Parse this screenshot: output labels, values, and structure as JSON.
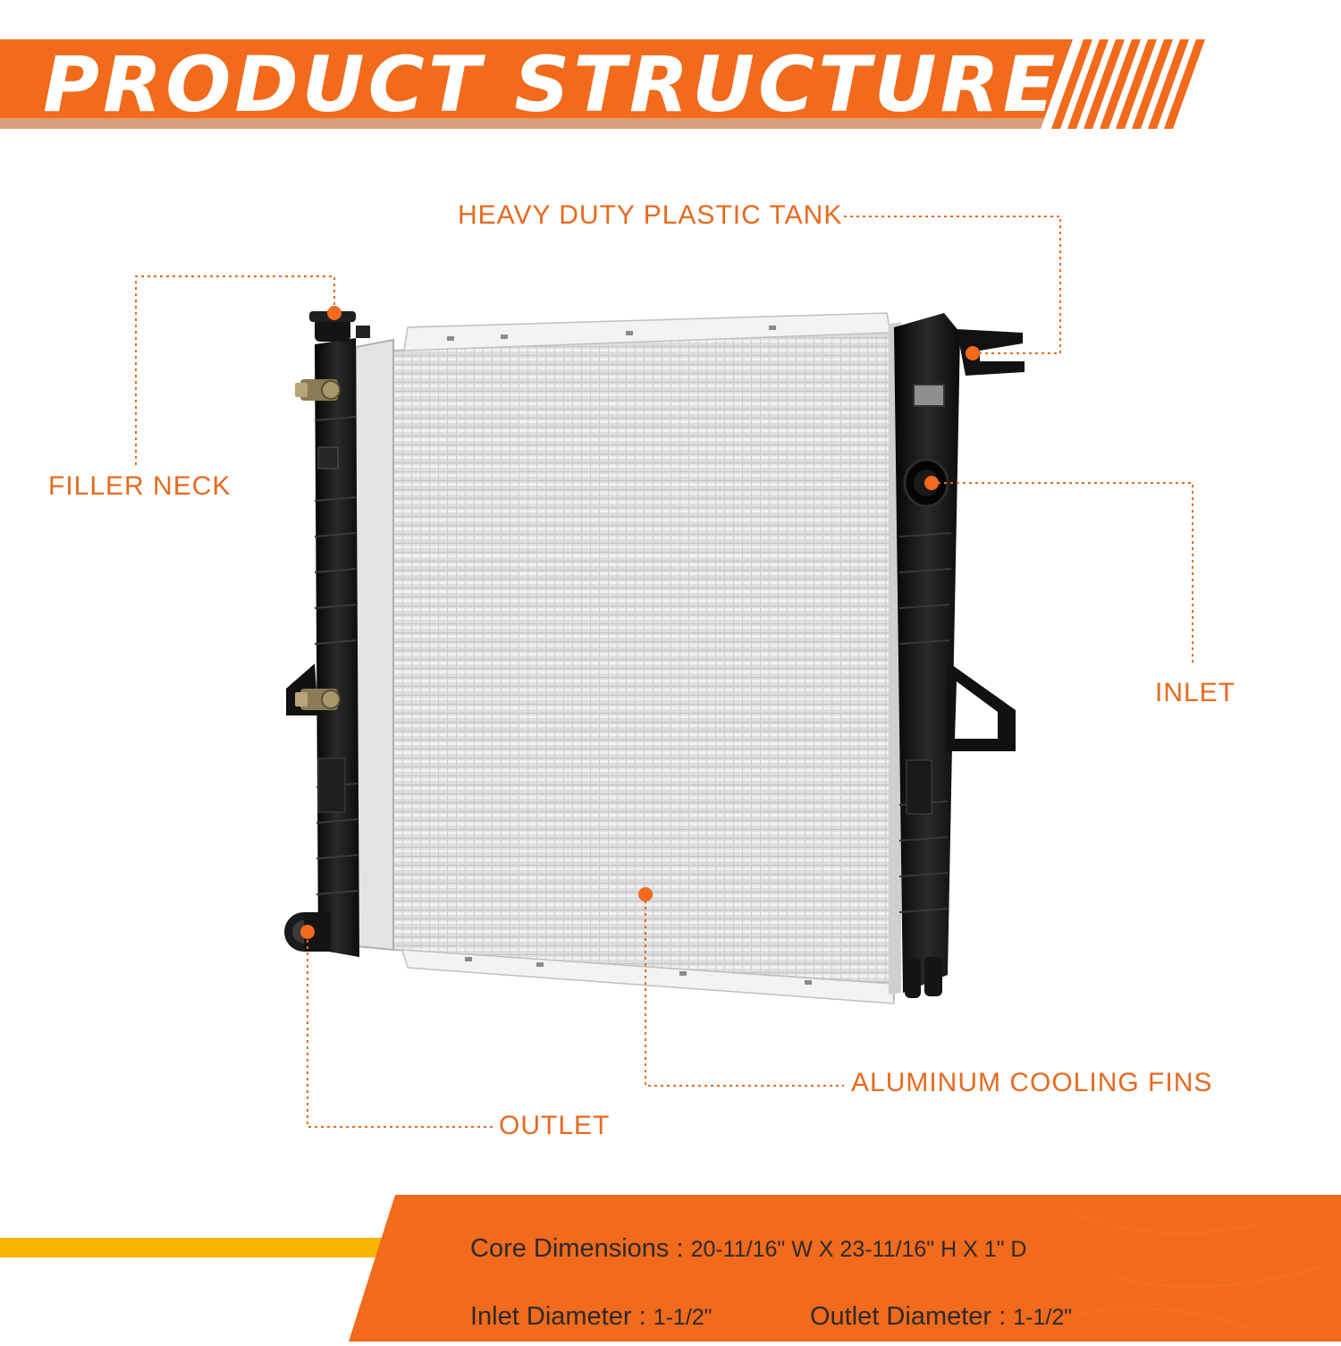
{
  "header": {
    "title": "PRODUCT STRUCTURE"
  },
  "callouts": {
    "tank": "HEAVY DUTY PLASTIC TANK",
    "filler_neck": "FILLER NECK",
    "inlet": "INLET",
    "fins": "ALUMINUM COOLING FINS",
    "outlet": "OUTLET"
  },
  "specs": {
    "core_label": "Core Dimensions :",
    "core_value": "20-11/16\" W X 23-11/16\" H X 1\" D",
    "inlet_label": "Inlet Diameter :",
    "inlet_value": "1-1/2\"",
    "outlet_label": "Outlet Diameter :",
    "outlet_value": "1-1/2\""
  },
  "colors": {
    "accent_orange": "#f26a1b",
    "label_orange": "#e8691e",
    "yellow": "#f7b500",
    "tank_black": "#141414",
    "core_silver": "#d9d9d9"
  }
}
